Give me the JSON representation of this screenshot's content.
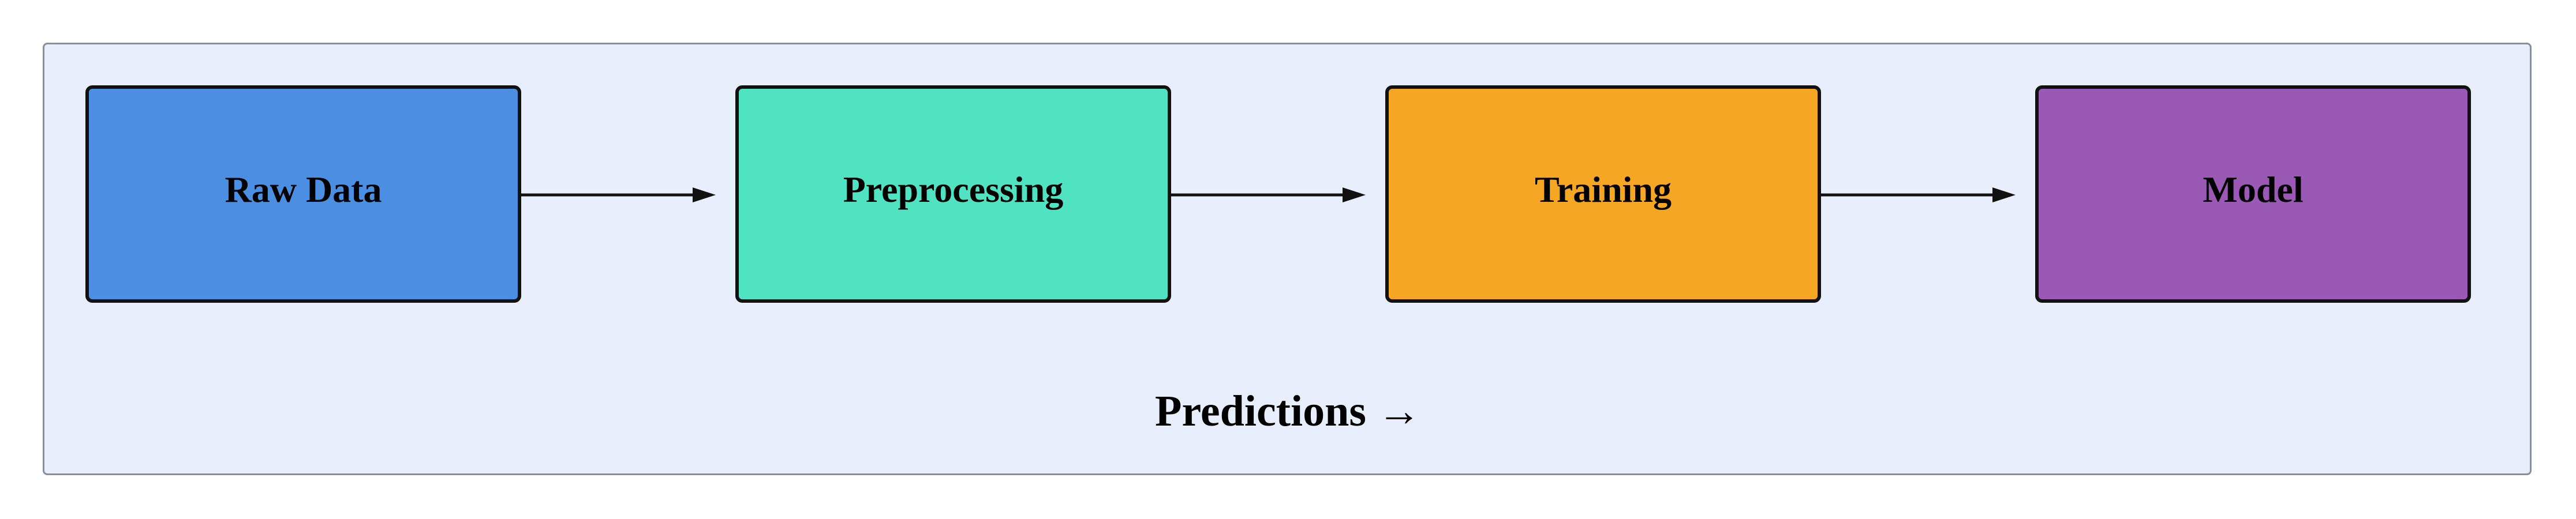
{
  "diagram": {
    "panel_color": "#e8eefb",
    "nodes": [
      {
        "label": "Raw Data",
        "color": "#4a8fe2"
      },
      {
        "label": "Preprocessing",
        "color": "#50e3c2"
      },
      {
        "label": "Training",
        "color": "#f5a623"
      },
      {
        "label": "Model",
        "color": "#9b59b6"
      }
    ],
    "edges": [
      {
        "from": "Raw Data",
        "to": "Preprocessing"
      },
      {
        "from": "Preprocessing",
        "to": "Training"
      },
      {
        "from": "Training",
        "to": "Model"
      }
    ],
    "footer_label": "Predictions →"
  }
}
